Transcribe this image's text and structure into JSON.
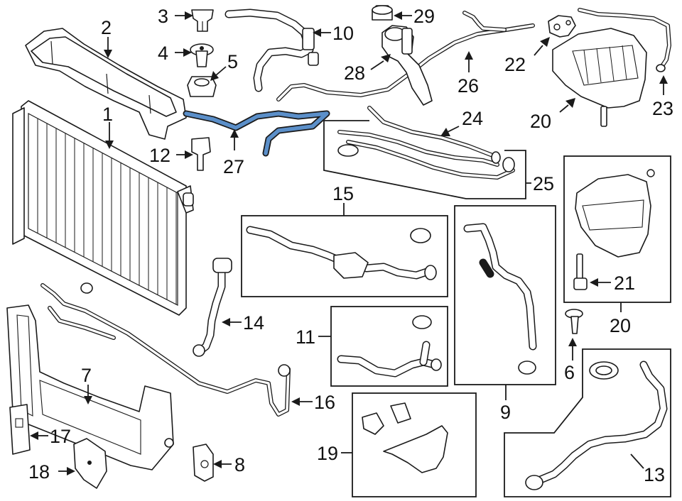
{
  "callouts": {
    "c1": "1",
    "c2": "2",
    "c3": "3",
    "c4": "4",
    "c5": "5",
    "c6": "6",
    "c7": "7",
    "c8": "8",
    "c9": "9",
    "c10": "10",
    "c11": "11",
    "c12": "12",
    "c13": "13",
    "c14": "14",
    "c15": "15",
    "c16": "16",
    "c17": "17",
    "c18": "18",
    "c19": "19",
    "c20a": "20",
    "c20b": "20",
    "c21": "21",
    "c22": "22",
    "c23": "23",
    "c24": "24",
    "c25": "25",
    "c26": "26",
    "c27": "27",
    "c28": "28",
    "c29": "29"
  },
  "colors": {
    "highlight": "#5b8fc9",
    "line": "#1a1a1a"
  }
}
